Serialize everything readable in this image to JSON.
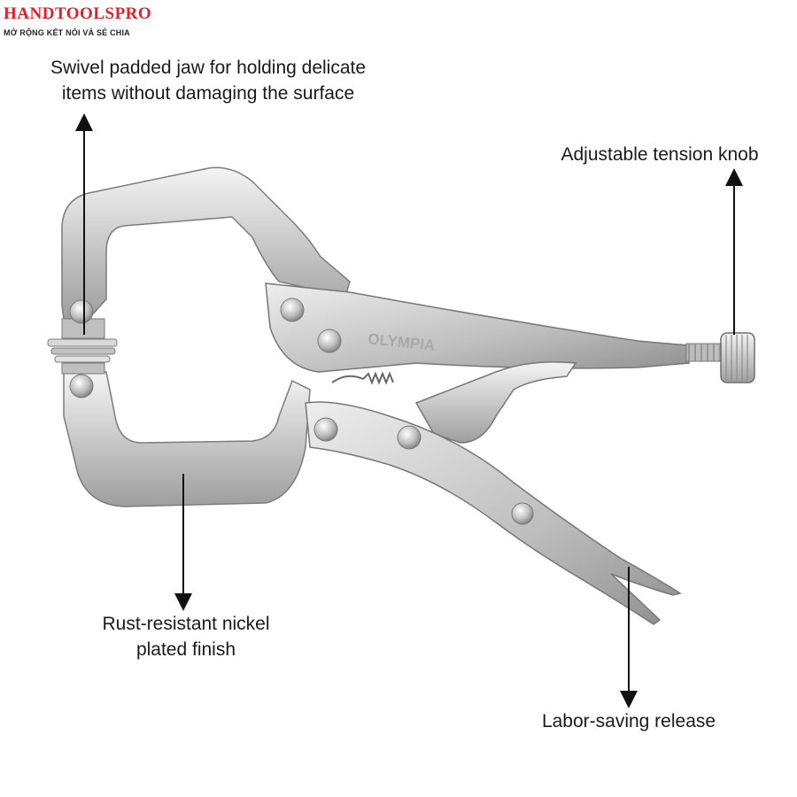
{
  "brand": {
    "name": "HANDTOOLSPRO",
    "tagline": "MỞ RỘNG KẾT NỐI VÀ SẺ CHIA",
    "color": "#e41e26"
  },
  "tool": {
    "engraving": "OLYMPIA"
  },
  "callouts": {
    "swivel": {
      "line1": "Swivel padded jaw for holding delicate",
      "line2": "items without damaging the surface"
    },
    "knob": {
      "line1": "Adjustable tension knob"
    },
    "rust": {
      "line1": "Rust-resistant nickel",
      "line2": "plated finish"
    },
    "release": {
      "line1": "Labor-saving release"
    }
  }
}
